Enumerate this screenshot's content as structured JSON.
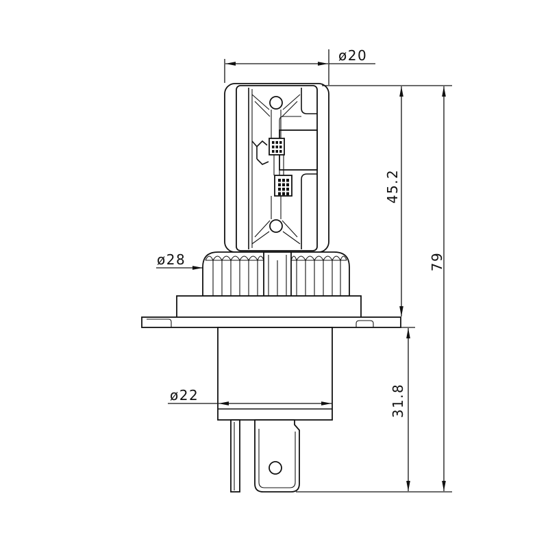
{
  "dimensions": {
    "top_diameter": "ø20",
    "body_height": "45.2",
    "total_height": "79",
    "collar_diameter": "ø28",
    "neck_diameter": "ø22",
    "base_height": "31.8"
  },
  "colors": {
    "line": "#111111",
    "background": "#ffffff"
  }
}
